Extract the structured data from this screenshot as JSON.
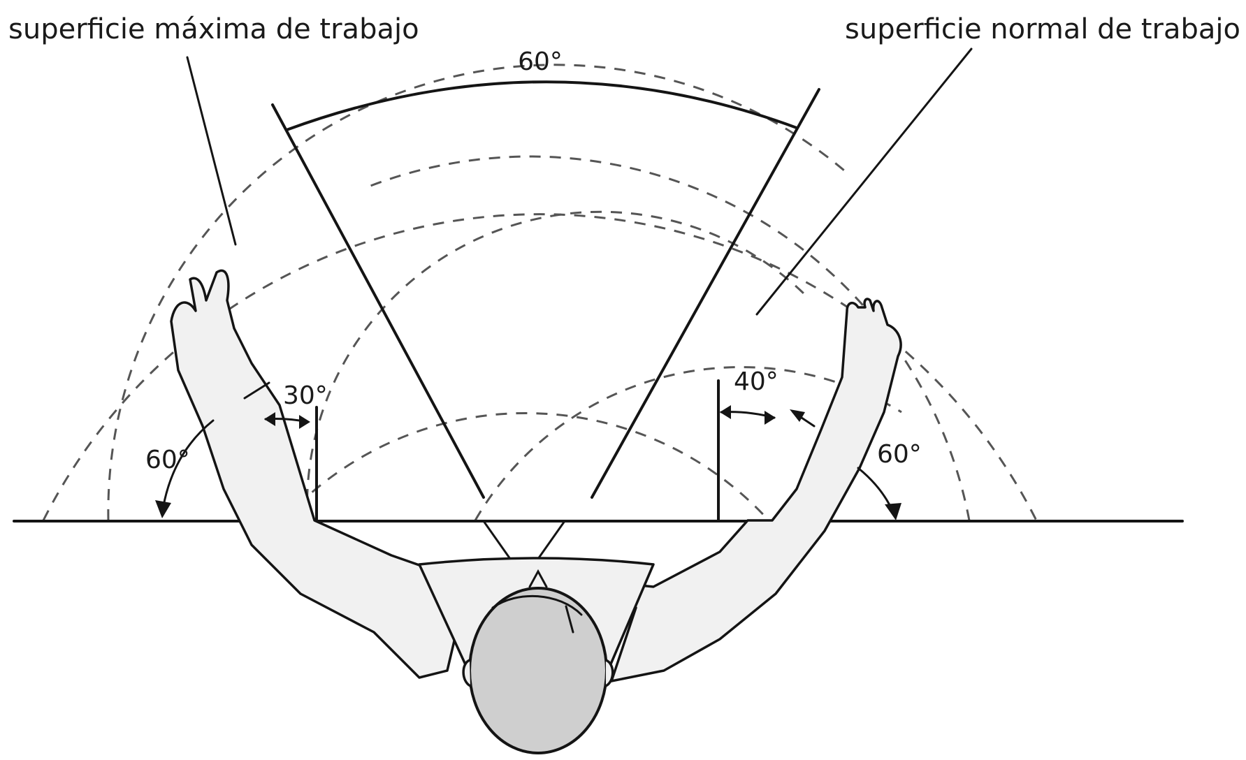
{
  "labels": {
    "max_surface": "superficie máxima de trabajo",
    "normal_surface": "superficie normal de trabajo",
    "top_angle": "60°",
    "left_outer_angle": "60°",
    "left_inner_angle": "30°",
    "right_inner_angle": "40°",
    "right_outer_angle": "60°"
  }
}
